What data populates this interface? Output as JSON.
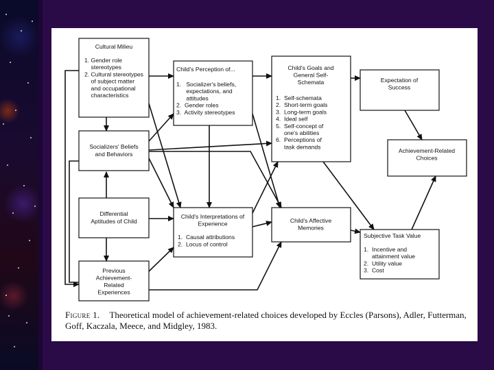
{
  "diagram": {
    "boxes": [
      {
        "id": "cultural",
        "lines": [
          "Cultural Milieu"
        ]
      },
      {
        "id": "cultural-list",
        "lines": [
          "1. Gender role",
          "    stereotypes",
          "2. Cultural stereotypes",
          "    of subject matter",
          "    and occupational",
          "    characteristics"
        ]
      },
      {
        "id": "socializers",
        "lines": [
          "Socializers' Beliefs",
          "and Behaviors"
        ]
      },
      {
        "id": "aptitudes",
        "lines": [
          "Differential",
          "Aptitudes of Child"
        ]
      },
      {
        "id": "previous",
        "lines": [
          "Previous",
          "Achievement-",
          "Related",
          "Experiences"
        ]
      },
      {
        "id": "perception",
        "lines": [
          "Child's Perception of..."
        ]
      },
      {
        "id": "perception-list",
        "lines": [
          "1.   Socializer's beliefs,",
          "      expectations, and",
          "      attitudes",
          "2.  Gender roles",
          "3.  Activity stereotypes"
        ]
      },
      {
        "id": "interpretations",
        "lines": [
          "Child's Interpretations of",
          "Experience"
        ]
      },
      {
        "id": "interpretations-list",
        "lines": [
          "1.  Causal attributions",
          "2.  Locus of control"
        ]
      },
      {
        "id": "goals",
        "lines": [
          "Child's Goals and",
          "General Self-",
          "Schemata"
        ]
      },
      {
        "id": "goals-list",
        "lines": [
          "1.  Self-schemata",
          "2.  Short-term goals",
          "3.  Long-term goals",
          "4.  Ideal self",
          "5.  Self-concept of",
          "     one's abilities",
          "6.  Perceptions of",
          "     task demands"
        ]
      },
      {
        "id": "affective",
        "lines": [
          "Child's Affective",
          "Memories"
        ]
      },
      {
        "id": "expectation",
        "lines": [
          "Expectation of",
          "Success"
        ]
      },
      {
        "id": "choices",
        "lines": [
          "Achievement-Related",
          "Choices"
        ]
      },
      {
        "id": "taskvalue",
        "lines": [
          "Subjective Task Value"
        ]
      },
      {
        "id": "taskvalue-list",
        "lines": [
          "1.  Incentive and",
          "     attainment value",
          "2.  Utility value",
          "3.  Cost"
        ]
      }
    ]
  },
  "caption": {
    "figure_label": "Figure 1.",
    "text": "Theoretical model of achievement-related choices developed by Eccles (Parsons), Adler, Futterman, Goff, Kaczala, Meece, and Midgley, 1983."
  }
}
